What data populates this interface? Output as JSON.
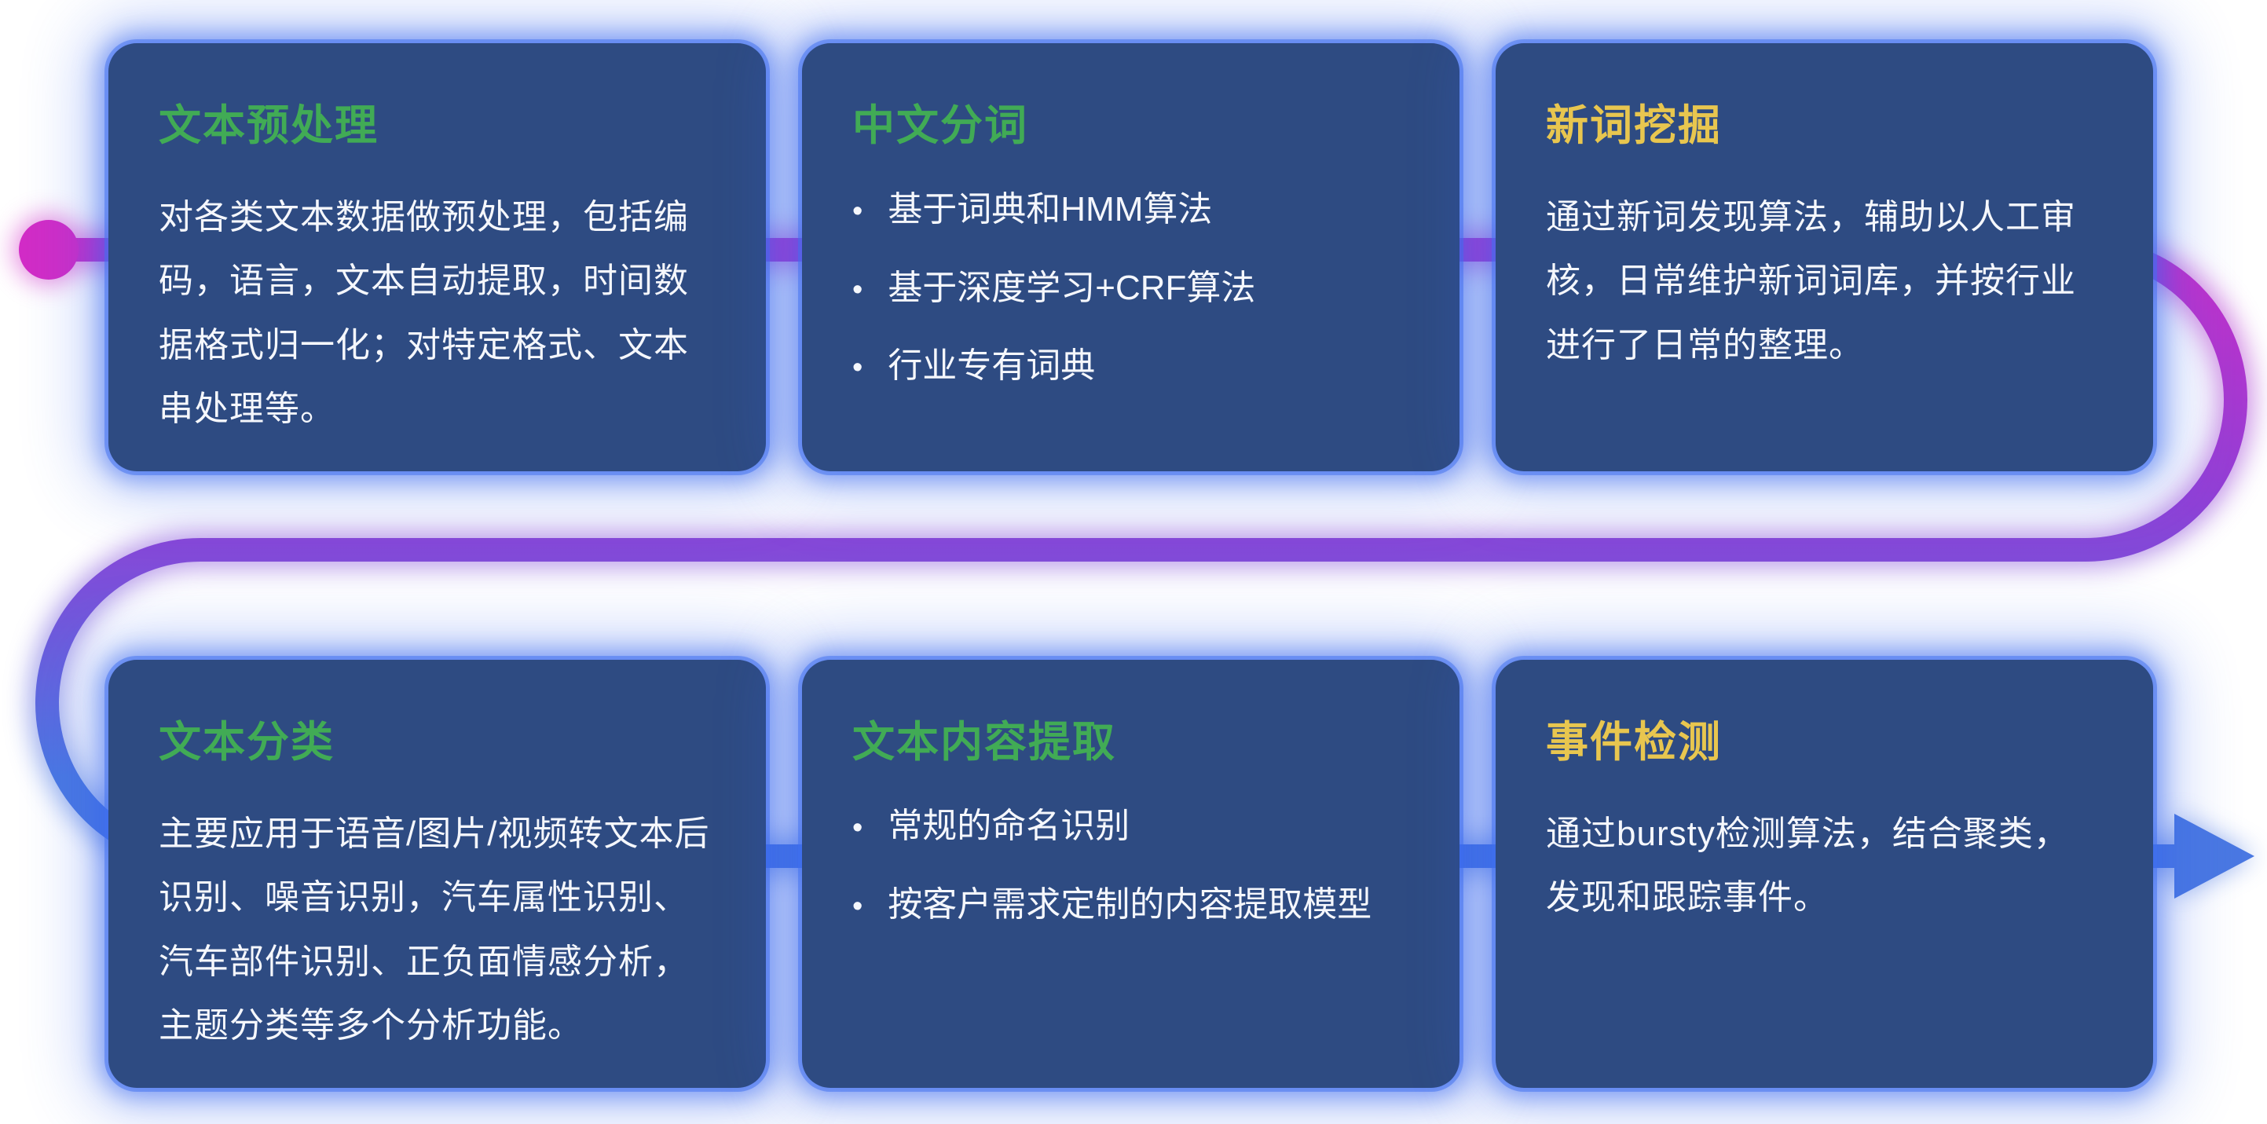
{
  "colors": {
    "card_bg": "#2e4b82",
    "glow": "#3a6cee",
    "title_green": "#41ab55",
    "title_yellow": "#e8c64f",
    "body_text": "#f5f7fc",
    "flow_start": "#d22cc6",
    "flow_mid": "#9040d6",
    "flow_end": "#4a78e2"
  },
  "ui": {
    "bullet": "•"
  },
  "cards": [
    {
      "title": "文本预处理",
      "title_color": "green",
      "body": "对各类文本数据做预处理，包括编码，语言，文本自动提取，时间数据格式归一化；对特定格式、文本串处理等。"
    },
    {
      "title": "中文分词",
      "title_color": "green",
      "bullets": [
        "基于词典和HMM算法",
        "基于深度学习+CRF算法",
        "行业专有词典"
      ]
    },
    {
      "title": "新词挖掘",
      "title_color": "yellow",
      "body": "通过新词发现算法，辅助以人工审核，日常维护新词词库，并按行业进行了日常的整理。"
    },
    {
      "title": "文本分类",
      "title_color": "green",
      "body": "主要应用于语音/图片/视频转文本后识别、噪音识别，汽车属性识别、汽车部件识别、正负面情感分析，主题分类等多个分析功能。"
    },
    {
      "title": "文本内容提取",
      "title_color": "green",
      "bullets": [
        "常规的命名识别",
        "按客户需求定制的内容提取模型"
      ]
    },
    {
      "title": "事件检测",
      "title_color": "yellow",
      "body": "通过bursty检测算法，结合聚类，发现和跟踪事件。"
    }
  ]
}
